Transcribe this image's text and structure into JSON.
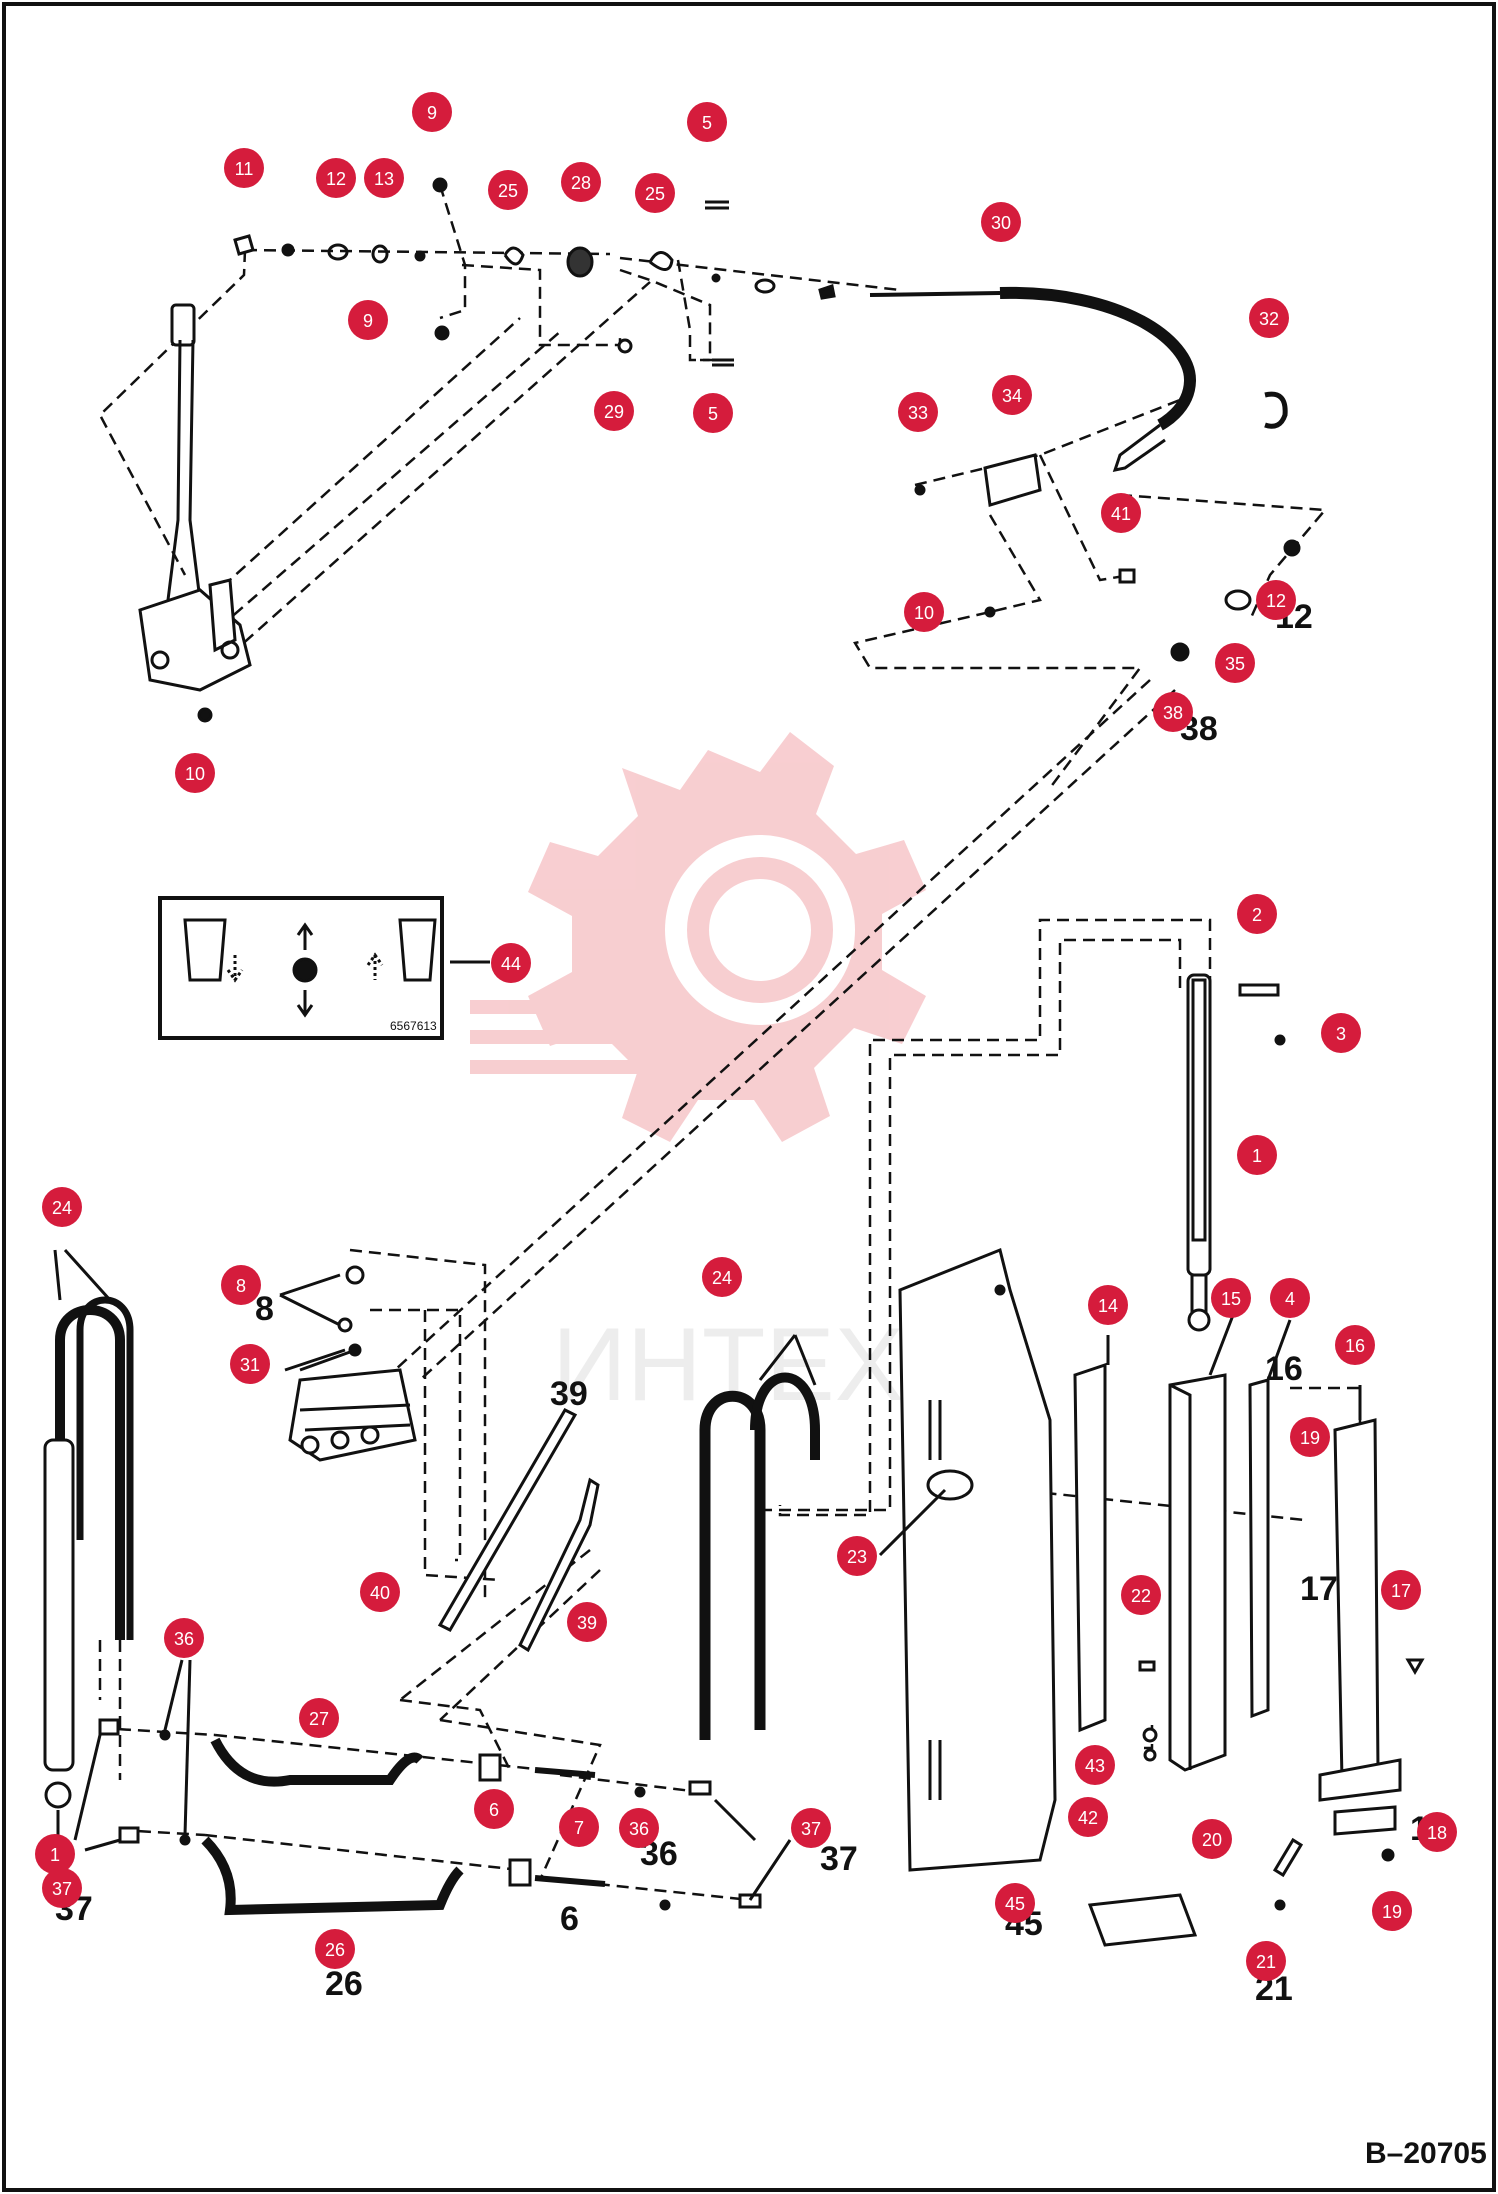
{
  "drawing_code": "B–20705",
  "watermark_text": "ИНТЕХ",
  "decal_code": "6567613",
  "colors": {
    "badge": "#d51c3c",
    "line": "#111111",
    "watermark": "#f7c9cc"
  },
  "callouts": [
    {
      "num": "9"
    },
    {
      "num": "11"
    },
    {
      "num": "12"
    },
    {
      "num": "13"
    },
    {
      "num": "25"
    },
    {
      "num": "28"
    },
    {
      "num": "25"
    },
    {
      "num": "5"
    },
    {
      "num": "30"
    },
    {
      "num": "9"
    },
    {
      "num": "29"
    },
    {
      "num": "5"
    },
    {
      "num": "32"
    },
    {
      "num": "33"
    },
    {
      "num": "34"
    },
    {
      "num": "41"
    },
    {
      "num": "12"
    },
    {
      "num": "10"
    },
    {
      "num": "35"
    },
    {
      "num": "38"
    },
    {
      "num": "10"
    },
    {
      "num": "2"
    },
    {
      "num": "44"
    },
    {
      "num": "3"
    },
    {
      "num": "1"
    },
    {
      "num": "24"
    },
    {
      "num": "8"
    },
    {
      "num": "31"
    },
    {
      "num": "24"
    },
    {
      "num": "14"
    },
    {
      "num": "15"
    },
    {
      "num": "4"
    },
    {
      "num": "16"
    },
    {
      "num": "19"
    },
    {
      "num": "23"
    },
    {
      "num": "40"
    },
    {
      "num": "39"
    },
    {
      "num": "36"
    },
    {
      "num": "22"
    },
    {
      "num": "17"
    },
    {
      "num": "27"
    },
    {
      "num": "43"
    },
    {
      "num": "6"
    },
    {
      "num": "42"
    },
    {
      "num": "7"
    },
    {
      "num": "36"
    },
    {
      "num": "37"
    },
    {
      "num": "1"
    },
    {
      "num": "37"
    },
    {
      "num": "20"
    },
    {
      "num": "18"
    },
    {
      "num": "19"
    },
    {
      "num": "45"
    },
    {
      "num": "26"
    },
    {
      "num": "21"
    }
  ]
}
